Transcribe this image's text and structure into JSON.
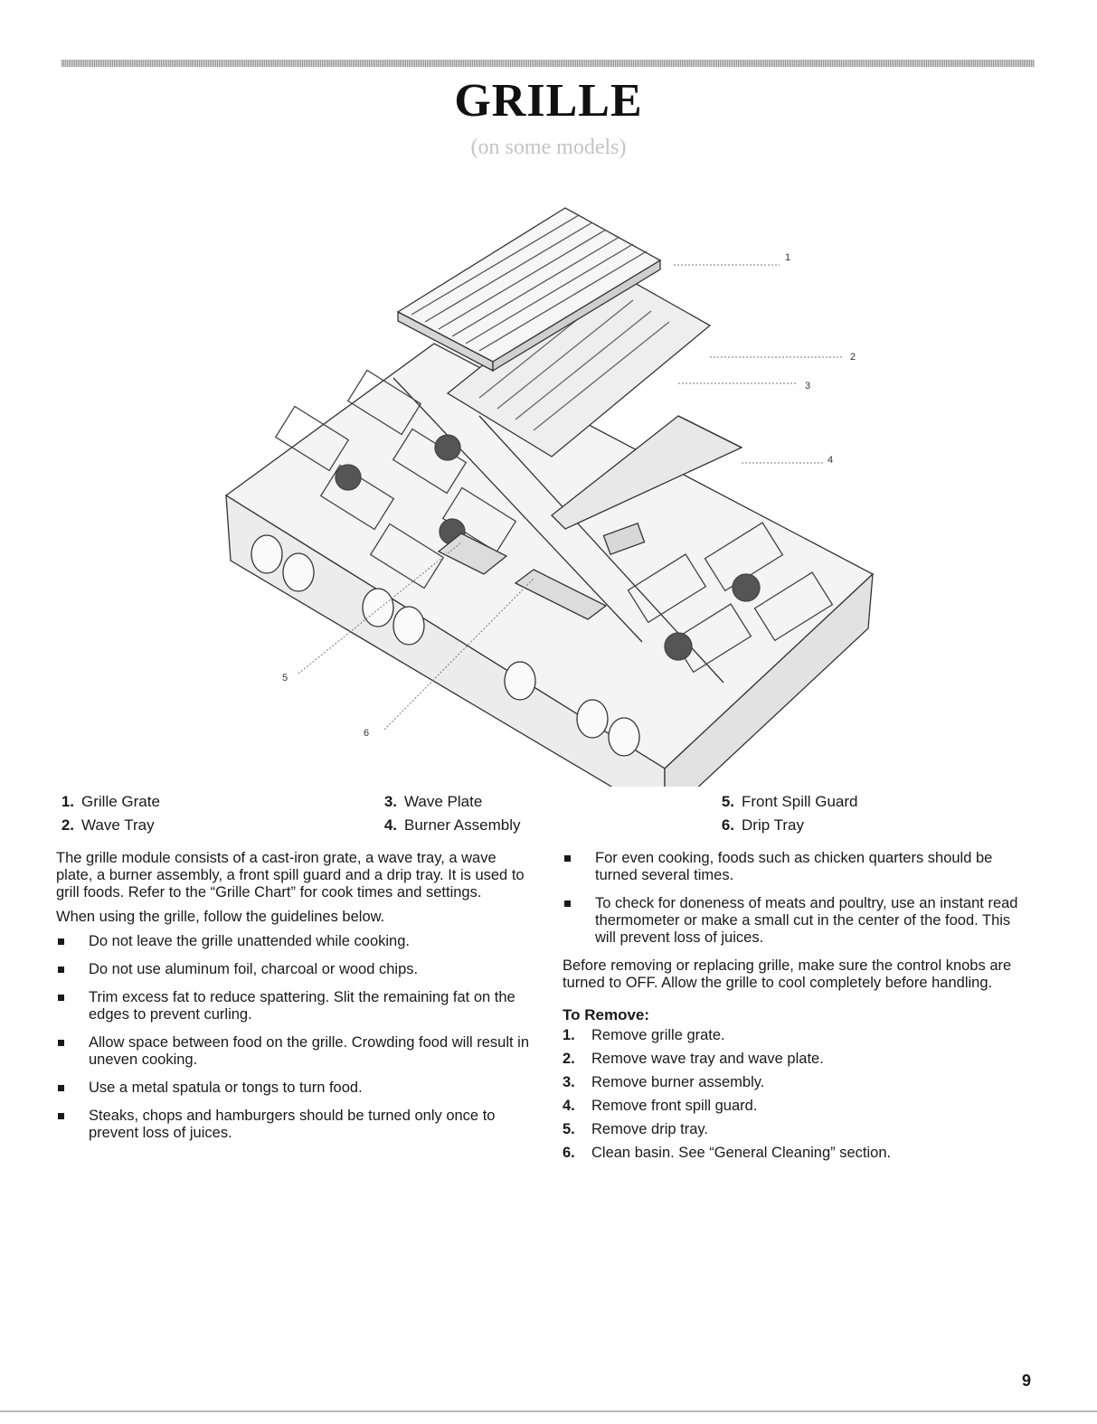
{
  "header": {
    "title": "GRILLE",
    "subtitle": "(on some models)"
  },
  "diagram": {
    "callouts": [
      "1",
      "2",
      "3",
      "4",
      "5",
      "6"
    ]
  },
  "legend": [
    {
      "num": "1.",
      "label": "Grille Grate"
    },
    {
      "num": "2.",
      "label": "Wave Tray"
    },
    {
      "num": "3.",
      "label": "Wave Plate"
    },
    {
      "num": "4.",
      "label": "Burner Assembly"
    },
    {
      "num": "5.",
      "label": "Front Spill Guard"
    },
    {
      "num": "6.",
      "label": "Drip Tray"
    }
  ],
  "left_column": {
    "intro": "The grille module consists of a cast-iron grate, a wave tray, a wave plate, a burner assembly, a front spill guard and a drip tray. It is used to grill foods. Refer to the “Grille Chart” for cook times and settings.",
    "lead": "When using the grille, follow the guidelines below.",
    "bullets": [
      "Do not leave the grille unattended while cooking.",
      "Do not use aluminum foil, charcoal or wood chips.",
      "Trim excess fat to reduce spattering. Slit the remaining fat on the edges to prevent curling.",
      "Allow space between food on the grille. Crowding food will result in uneven cooking.",
      "Use a metal spatula or tongs to turn food.",
      "Steaks, chops and hamburgers should be turned only once to prevent loss of juices."
    ]
  },
  "right_column": {
    "bullets": [
      "For even cooking, foods such as chicken quarters should be turned several times.",
      "To check for doneness of meats and poultry, use an instant read thermometer or make a small cut in the center of the food. This will prevent loss of juices."
    ],
    "paragraph": "Before removing or replacing grille, make sure the control knobs are turned to OFF. Allow the grille to cool completely before handling.",
    "remove_heading": "To Remove:",
    "steps": [
      {
        "num": "1.",
        "text": "Remove grille grate."
      },
      {
        "num": "2.",
        "text": "Remove wave tray and wave plate."
      },
      {
        "num": "3.",
        "text": "Remove burner assembly."
      },
      {
        "num": "4.",
        "text": "Remove front spill guard."
      },
      {
        "num": "5.",
        "text": "Remove drip tray."
      },
      {
        "num": "6.",
        "text": "Clean basin. See “General Cleaning” section."
      }
    ]
  },
  "footer": {
    "page_number": "9"
  }
}
